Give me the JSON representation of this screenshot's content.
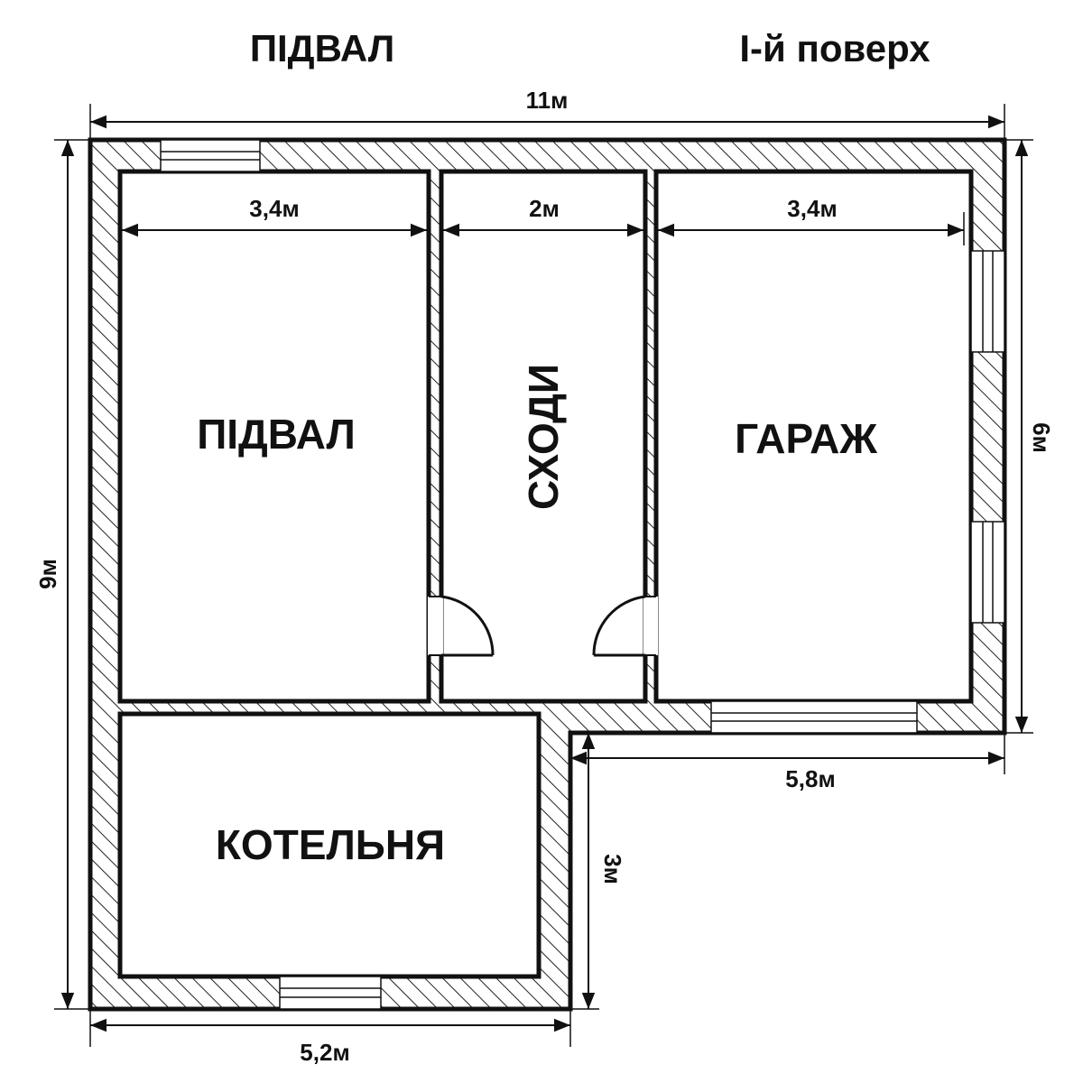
{
  "headings": {
    "left": "ПІДВАЛ",
    "right": "І-й поверх"
  },
  "rooms": {
    "basement": "ПІДВАЛ",
    "stairs": "СХОДИ",
    "garage": "ГАРАЖ",
    "boiler_room": "КОТЕЛЬНЯ"
  },
  "dimensions": {
    "total_width": "11м",
    "total_height": "9м",
    "right_height": "6м",
    "basement_width": "3,4м",
    "stairs_width": "2м",
    "garage_width": "3,4м",
    "lower_right_width": "5,8м",
    "lower_height": "3м",
    "bottom_width": "5,2м"
  },
  "colors": {
    "line": "#111111",
    "background": "#ffffff"
  }
}
